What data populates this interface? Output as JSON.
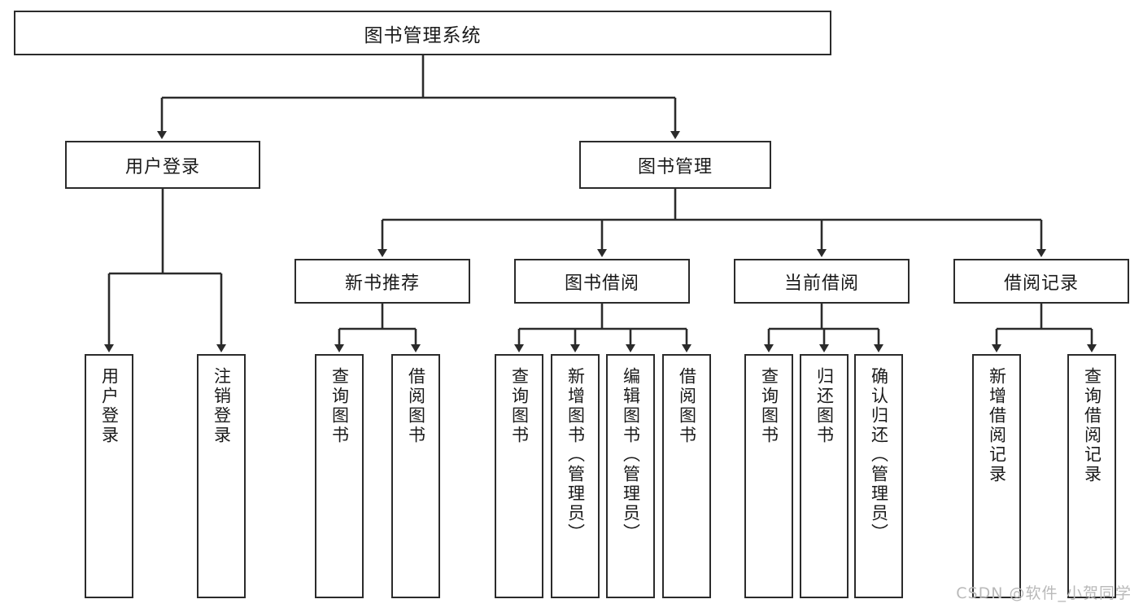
{
  "diagram": {
    "title": "图书管理系统",
    "watermark": "CSDN @软件_小贺同学",
    "line_color": "#2b2b2b",
    "box_fill": "#ffffff",
    "text_color": "#1a1a1a",
    "watermark_color": "#b9b9b9"
  },
  "nodes": {
    "root": {
      "label": "图书管理系统"
    },
    "level2": {
      "user_login": {
        "label": "用户登录"
      },
      "book_manage": {
        "label": "图书管理"
      }
    },
    "level3": {
      "new_book_rec": {
        "label": "新书推荐"
      },
      "book_borrow": {
        "label": "图书借阅"
      },
      "current_borrow": {
        "label": "当前借阅"
      },
      "borrow_record": {
        "label": "借阅记录"
      }
    },
    "leaves": {
      "user_login_do": {
        "label": "用户登录"
      },
      "user_logout": {
        "label": "注销登录"
      },
      "rec_query_book": {
        "label": "查询图书"
      },
      "rec_borrow_book": {
        "label": "借阅图书"
      },
      "borrow_query_book": {
        "label": "查询图书"
      },
      "borrow_add_book": {
        "label": "新增图书（管理员）"
      },
      "borrow_edit_book": {
        "label": "编辑图书（管理员）"
      },
      "borrow_borrow_book": {
        "label": "借阅图书"
      },
      "cur_query_book": {
        "label": "查询图书"
      },
      "cur_return_book": {
        "label": "归还图书"
      },
      "cur_confirm_return": {
        "label": "确认归还（管理员）"
      },
      "rec_add_record": {
        "label": "新增借阅记录"
      },
      "rec_query_record": {
        "label": "查询借阅记录"
      }
    }
  }
}
